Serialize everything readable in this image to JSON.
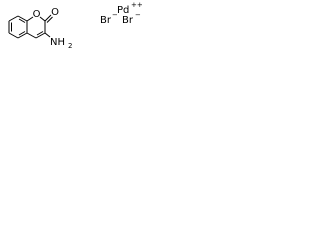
{
  "structure": {
    "ring_oxygen": "O",
    "carbonyl_oxygen": "O",
    "amino_group": "NH",
    "amino_subscript": "2"
  },
  "ions": {
    "metal": "Pd",
    "metal_charge": "++",
    "bromide_left": "Br",
    "bromide_left_charge": "−",
    "bromide_right": "Br",
    "bromide_right_charge": "−"
  },
  "colors": {
    "ink": "#000000",
    "background": "#ffffff"
  }
}
